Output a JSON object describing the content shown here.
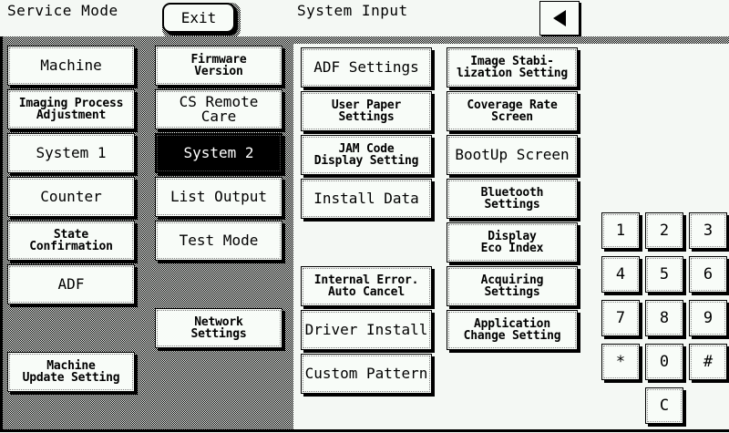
{
  "header": {
    "title_left": "Service Mode",
    "title_right": "System Input",
    "exit_label": "Exit",
    "back_icon": "left-triangle-icon"
  },
  "columns": {
    "col1": [
      {
        "label": "Machine",
        "style": "one-line",
        "selected": false
      },
      {
        "label": "Imaging Process\nAdjustment",
        "style": "two-line",
        "selected": false
      },
      {
        "label": "System 1",
        "style": "one-line",
        "selected": false
      },
      {
        "label": "Counter",
        "style": "one-line",
        "selected": false
      },
      {
        "label": "State\nConfirmation",
        "style": "two-line",
        "selected": false
      },
      {
        "label": "ADF",
        "style": "one-line",
        "selected": false
      },
      {
        "label": "Machine\nUpdate Setting",
        "style": "two-line",
        "selected": false
      }
    ],
    "col2": [
      {
        "label": "Firmware\nVersion",
        "style": "two-line",
        "selected": false
      },
      {
        "label": "CS Remote Care",
        "style": "one-line",
        "selected": false
      },
      {
        "label": "System 2",
        "style": "one-line",
        "selected": true
      },
      {
        "label": "List Output",
        "style": "one-line",
        "selected": false
      },
      {
        "label": "Test Mode",
        "style": "one-line",
        "selected": false
      },
      {
        "label": "Network\nSettings",
        "style": "two-line",
        "selected": false
      }
    ],
    "col3": [
      {
        "label": "ADF Settings",
        "style": "one-line",
        "selected": false
      },
      {
        "label": "User Paper\nSettings",
        "style": "two-line",
        "selected": false
      },
      {
        "label": "JAM Code\nDisplay Setting",
        "style": "two-line",
        "selected": false
      },
      {
        "label": "Install Data",
        "style": "one-line",
        "selected": false
      },
      {
        "label": "Internal Error.\nAuto Cancel",
        "style": "two-line",
        "selected": false
      },
      {
        "label": "Driver Install",
        "style": "one-line",
        "selected": false
      },
      {
        "label": "Custom Pattern",
        "style": "one-line",
        "selected": false
      }
    ],
    "col4": [
      {
        "label": "Image Stabi-\nlization Setting",
        "style": "two-line",
        "selected": false
      },
      {
        "label": "Coverage Rate\nScreen",
        "style": "two-line",
        "selected": false
      },
      {
        "label": "BootUp Screen",
        "style": "one-line",
        "selected": false
      },
      {
        "label": "Bluetooth\nSettings",
        "style": "two-line",
        "selected": false
      },
      {
        "label": "Display\nEco Index",
        "style": "two-line",
        "selected": false
      },
      {
        "label": "Acquiring\nSettings",
        "style": "two-line",
        "selected": false
      },
      {
        "label": "Application\nChange Setting",
        "style": "two-line",
        "selected": false
      }
    ]
  },
  "keypad": {
    "keys": [
      "1",
      "2",
      "3",
      "4",
      "5",
      "6",
      "7",
      "8",
      "9",
      "*",
      "0",
      "#"
    ],
    "clear_label": "C"
  },
  "colors": {
    "panel_background": "#f4f8f4",
    "button_face": "#f8fcf8",
    "selected_background": "#000000",
    "selected_text": "#ffffff",
    "border": "#000000"
  }
}
